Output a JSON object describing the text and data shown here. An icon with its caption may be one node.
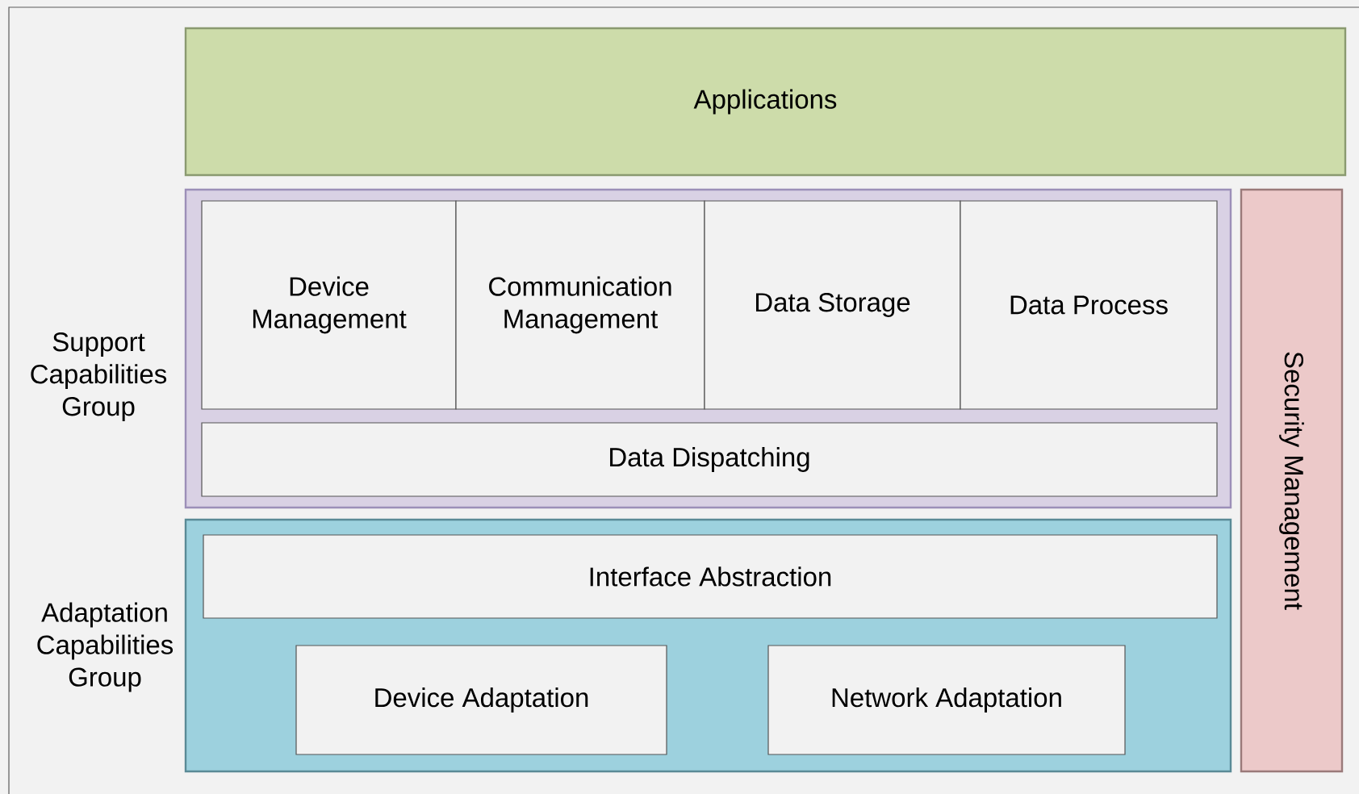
{
  "diagram": {
    "nodes": [
      {
        "text": [
          "Applications"
        ]
      },
      {
        "text": [],
        "shape": "box",
        "beside": [
          "Support Capabilities Group"
        ]
      },
      {
        "text": [
          "Device Management"
        ],
        "in": 1
      },
      {
        "text": [
          "Communication Management"
        ],
        "in": 1
      },
      {
        "text": [
          "Data Storage"
        ],
        "in": 1
      },
      {
        "text": [
          "Data Process"
        ],
        "in": 1
      },
      {
        "text": [
          "Data Dispatching"
        ],
        "in": 1
      },
      {
        "text": [],
        "shape": "box",
        "beside": [
          "Adaptation Capabilities Group"
        ]
      },
      {
        "text": [
          "Interface Abstraction"
        ],
        "in": 7
      },
      {
        "text": [
          "Device Adaptation"
        ],
        "in": 7
      },
      {
        "text": [
          "Network Adaptation"
        ],
        "in": 7
      },
      {
        "text": [
          "Security Management"
        ]
      }
    ]
  }
}
